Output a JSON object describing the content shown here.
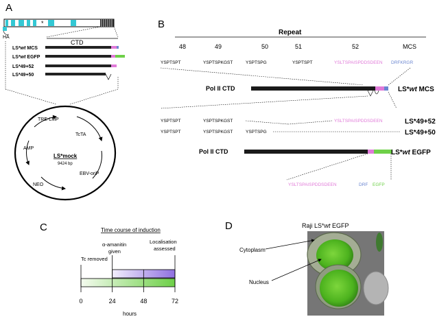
{
  "panels": {
    "a": "A",
    "b": "B",
    "c": "C",
    "d": "D"
  },
  "colors": {
    "cyan": "#33c8d4",
    "pink": "#e07ad8",
    "purple": "#8f70e0",
    "green": "#6ed048",
    "blue": "#6a86d0",
    "gray": "#555555"
  },
  "panel_a": {
    "star": "*",
    "ha": "HA",
    "ctd": "CTD",
    "constructs": [
      {
        "pre": "LS*",
        "ital": "wt",
        "post": " MCS"
      },
      {
        "pre": "LS*",
        "ital": "wt",
        "post": " EGFP"
      },
      {
        "pre": "LS*49+52",
        "ital": "",
        "post": ""
      },
      {
        "pre": "LS*49+50",
        "ital": "",
        "post": ""
      }
    ],
    "plasmid": {
      "name": "LS*mock",
      "size": "9424 bp",
      "features": [
        "TRE-LMP",
        "TcTA",
        "AMP",
        "EBV-oriP",
        "NEO"
      ]
    }
  },
  "panel_b": {
    "repeat_title": "Repeat",
    "repeat_numbers": [
      "48",
      "49",
      "50",
      "51",
      "52",
      "MCS"
    ],
    "row1": [
      "YSPTSPT",
      "YSPTSPKGST",
      "YSPTSPG",
      "YSPTSPT",
      "YSLTSPAISPDDSDEEN",
      "DRFKRGR"
    ],
    "row_49_52": [
      "YSPTSPT",
      "YSPTSPKGST",
      "YSLTSPAISPDDSDEEN"
    ],
    "row_49_50": [
      "YSPTSPT",
      "YSPTSPKGST",
      "YSPTSPG"
    ],
    "row_egfp": [
      "YSLTSPAISPDDSDEEN",
      "DRF",
      "EGFP"
    ],
    "pol_label": "Pol II CTD",
    "lab_mcs": {
      "pre": "LS*",
      "ital": "wt",
      "post": " MCS"
    },
    "lab_49_52": "LS*49+52",
    "lab_49_50": "LS*49+50",
    "lab_egfp": {
      "pre": "LS*",
      "ital": "wt",
      "post": " EGFP"
    }
  },
  "panel_c": {
    "title": "Time course of induction",
    "tc_removed": "Tc removed",
    "amanitin": [
      "α-amanitin",
      "given"
    ],
    "localisation": [
      "Localisation",
      "assessed"
    ],
    "ticks": [
      "0",
      "24",
      "48",
      "72"
    ],
    "hours": "hours",
    "bar_start_hour": 0,
    "bar_end_hour": 72,
    "amanitin_start_hour": 24
  },
  "panel_d": {
    "title": {
      "pre": "Raji LS*",
      "ital": "wt",
      "post": " EGFP"
    },
    "cytoplasm": "Cytoplasm",
    "nucleus": "Nucleus"
  }
}
